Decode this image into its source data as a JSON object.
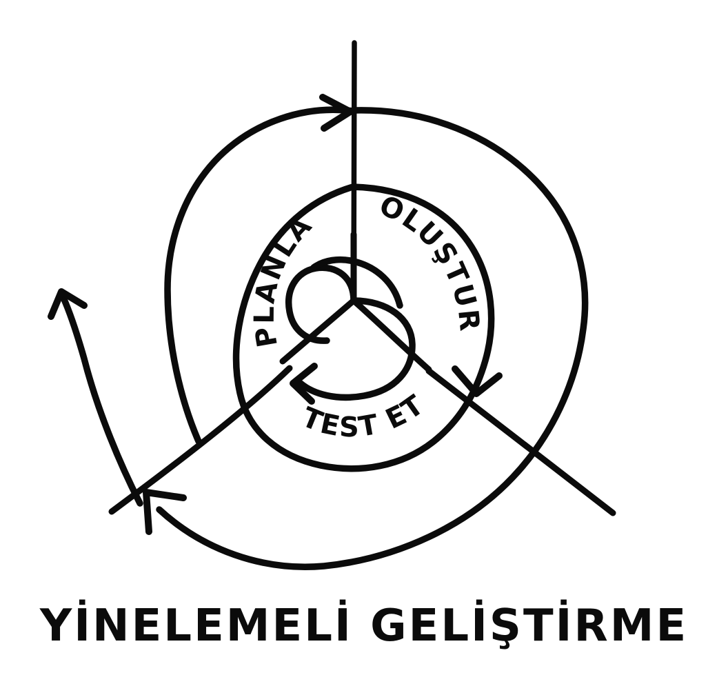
{
  "diagram": {
    "kind": "hand-drawn-spiral",
    "title": "YİNELEMELİ GELİŞTİRME",
    "background_color": "#ffffff",
    "ink_color": "#0b0b0b",
    "labels": {
      "plan": "PLANLA",
      "build": "OLUŞTUR",
      "test": "TEST ET"
    },
    "segments": [
      {
        "id": "plan",
        "label": "PLANLA",
        "position": "upper-left",
        "arc": "ring-middle"
      },
      {
        "id": "build",
        "label": "OLUŞTUR",
        "position": "upper-right",
        "arc": "ring-middle"
      },
      {
        "id": "test",
        "label": "TEST ET",
        "position": "bottom",
        "arc": "ring-middle"
      }
    ],
    "arrows": [
      {
        "id": "outer-top-arrow",
        "direction": "right",
        "at": "top of outer spiral"
      },
      {
        "id": "outer-left-arrow",
        "direction": "up-left",
        "at": "left tail of outer spiral"
      },
      {
        "id": "outer-bottom-arrow",
        "direction": "up-left",
        "at": "bottom of outer spiral"
      },
      {
        "id": "middle-right-arrow",
        "direction": "down",
        "at": "right end of middle ring"
      },
      {
        "id": "inner-arrow",
        "direction": "left",
        "at": "inner spiral terminus"
      }
    ],
    "spokes": [
      {
        "id": "spoke-up",
        "direction": "up"
      },
      {
        "id": "spoke-down-left",
        "direction": "down-left"
      },
      {
        "id": "spoke-down-right",
        "direction": "down-right"
      }
    ]
  }
}
